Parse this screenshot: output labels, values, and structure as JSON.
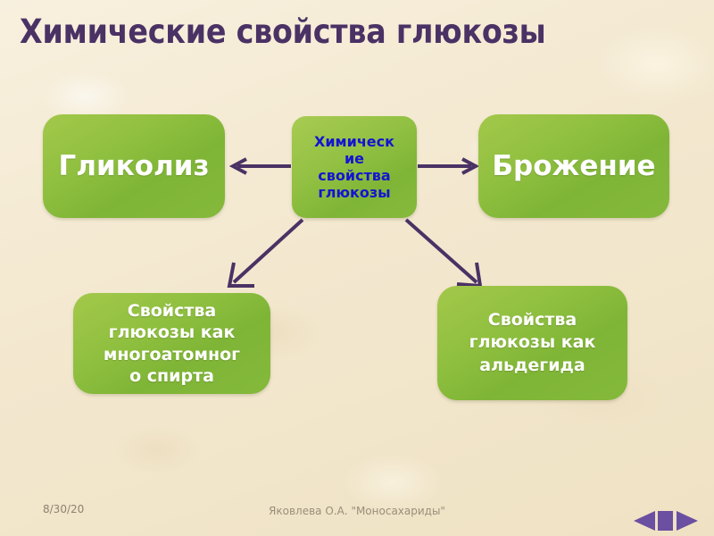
{
  "slide": {
    "title": "Химические свойства глюкозы",
    "background_color": "#f3e8cf",
    "title_color": "#4a3265",
    "node_color": "#8fbf3f",
    "arrow_color": "#4a3265"
  },
  "diagram": {
    "center": {
      "label": "Химическ\nие\nсвойства\nглюкозы",
      "text_color": "#1414d2"
    },
    "nodes": [
      {
        "id": "glycolysis",
        "label": "Гликолиз",
        "text_color": "#ffffff"
      },
      {
        "id": "fermentation",
        "label": "Брожение",
        "text_color": "#ffffff"
      },
      {
        "id": "polyol",
        "label": "Свойства\nглюкозы как\nмногоатомног\nо спирта",
        "text_color": "#ffffff"
      },
      {
        "id": "aldehyde",
        "label": "Свойства\nглюкозы как\nальдегида",
        "text_color": "#ffffff"
      }
    ],
    "connectors": [
      {
        "from": "center",
        "to": "glycolysis",
        "direction": "left"
      },
      {
        "from": "center",
        "to": "fermentation",
        "direction": "right"
      },
      {
        "from": "center",
        "to": "polyol",
        "direction": "down-left"
      },
      {
        "from": "center",
        "to": "aldehyde",
        "direction": "down-right"
      }
    ]
  },
  "footer": {
    "date": "8/30/20",
    "credit": "Яковлева О.А. \"Моносахариды\"",
    "nav": {
      "prev_icon": "triangle-left-icon",
      "home_icon": "square-icon",
      "next_icon": "triangle-right-icon"
    }
  }
}
